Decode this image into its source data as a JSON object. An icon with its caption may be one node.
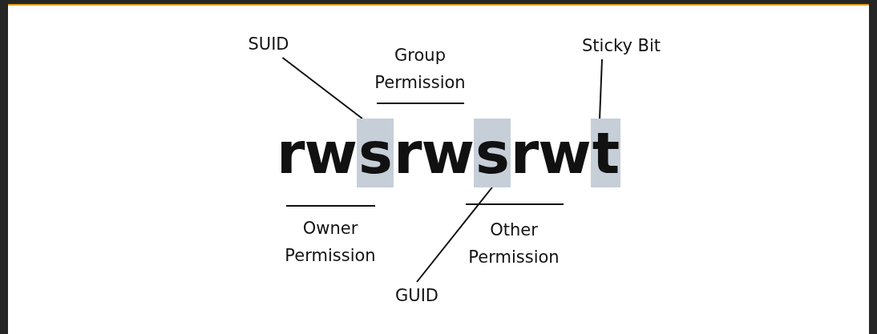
{
  "diagram": {
    "nodes": [
      {
        "text": [
          "SUID"
        ]
      },
      {
        "text": [
          "Sticky Bit"
        ]
      },
      {
        "text": [
          "s"
        ]
      },
      {
        "text": [
          "s"
        ]
      },
      {
        "text": [
          "t"
        ]
      },
      {
        "text": [
          "GUID"
        ]
      }
    ],
    "edges": [
      {
        "from": 0,
        "to": 2,
        "arrow": "none"
      },
      {
        "from": 1,
        "to": 4,
        "arrow": "none"
      },
      {
        "from": 3,
        "to": 5,
        "arrow": "none"
      }
    ],
    "labels": [
      "Group Permission",
      "rw",
      "rw",
      "rw",
      "Owner Permission",
      "Other Permission"
    ]
  }
}
